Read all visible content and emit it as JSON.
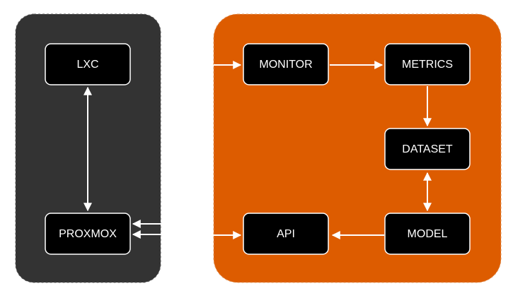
{
  "colors": {
    "left_group": "#333333",
    "right_group": "#dd5c00",
    "node_fill": "#000000",
    "node_stroke": "#ffffff",
    "connector": "#ffffff",
    "group_border": "#555555"
  },
  "nodes": {
    "lxc": "LXC",
    "proxmox": "PROXMOX",
    "monitor": "MONITOR",
    "metrics": "METRICS",
    "dataset": "DATASET",
    "model": "MODEL",
    "api": "API"
  }
}
